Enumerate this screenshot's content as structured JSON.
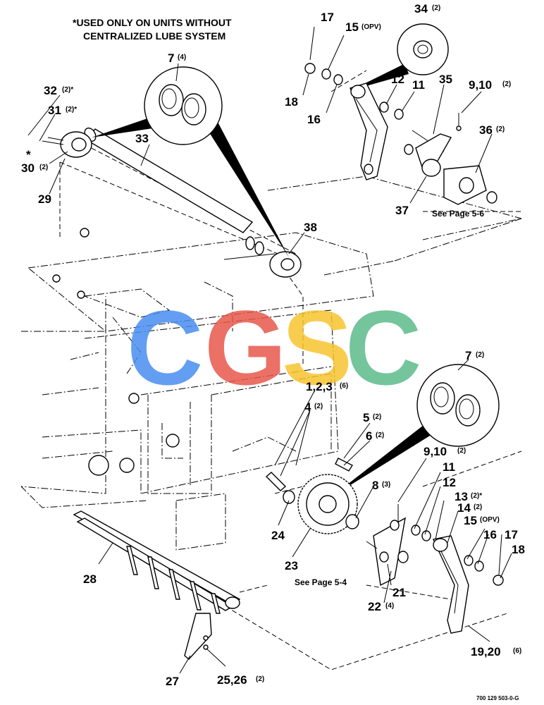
{
  "note": {
    "line1": "*USED ONLY ON UNITS WITHOUT",
    "line2": "CENTRALIZED LUBE SYSTEM"
  },
  "drawing_code": "700 129 503-0-G",
  "watermark": {
    "letters": [
      "C",
      "G",
      "S",
      "C"
    ],
    "colors": [
      "#4a8ef0",
      "#e8584c",
      "#f7c530",
      "#5cbb8a"
    ]
  },
  "references": {
    "top": "See Page 5-6",
    "bottom": "See Page 5-4"
  },
  "callouts": {
    "c34": {
      "num": "34",
      "qty": "(2)"
    },
    "c17a": {
      "num": "17",
      "qty": ""
    },
    "c15a": {
      "num": "15",
      "qty": "(OPV)"
    },
    "c18a": {
      "num": "18",
      "qty": ""
    },
    "c16a": {
      "num": "16",
      "qty": ""
    },
    "c12a": {
      "num": "12",
      "qty": ""
    },
    "c11a": {
      "num": "11",
      "qty": ""
    },
    "c35": {
      "num": "35",
      "qty": ""
    },
    "c910a": {
      "num": "9,10",
      "qty": "(2)"
    },
    "c36": {
      "num": "36",
      "qty": "(2)"
    },
    "c37": {
      "num": "37",
      "qty": ""
    },
    "c7a": {
      "num": "7",
      "qty": "(4)"
    },
    "c32": {
      "num": "32",
      "qty": "(2)*"
    },
    "c31": {
      "num": "31",
      "qty": "(2)*"
    },
    "c30": {
      "num": "30",
      "qty": "(2)",
      "star": "*"
    },
    "c29": {
      "num": "29",
      "qty": ""
    },
    "c33": {
      "num": "33",
      "qty": ""
    },
    "c38": {
      "num": "38",
      "qty": ""
    },
    "c7b": {
      "num": "7",
      "qty": "(2)"
    },
    "c123": {
      "num": "1,2,3",
      "qty": "(6)"
    },
    "c4": {
      "num": "4",
      "qty": "(2)"
    },
    "c5": {
      "num": "5",
      "qty": "(2)"
    },
    "c6": {
      "num": "6",
      "qty": "(2)"
    },
    "c910b": {
      "num": "9,10",
      "qty": "(2)"
    },
    "c8": {
      "num": "8",
      "qty": "(3)"
    },
    "c11b": {
      "num": "11",
      "qty": ""
    },
    "c12b": {
      "num": "12",
      "qty": ""
    },
    "c13": {
      "num": "13",
      "qty": "(2)*"
    },
    "c14": {
      "num": "14",
      "qty": "(2)"
    },
    "c15b": {
      "num": "15",
      "qty": "(OPV)"
    },
    "c16b": {
      "num": "16",
      "qty": ""
    },
    "c17b": {
      "num": "17",
      "qty": ""
    },
    "c18b": {
      "num": "18",
      "qty": ""
    },
    "c24": {
      "num": "24",
      "qty": ""
    },
    "c23": {
      "num": "23",
      "qty": ""
    },
    "c21": {
      "num": "21",
      "qty": ""
    },
    "c22": {
      "num": "22",
      "qty": "(4)"
    },
    "c28": {
      "num": "28",
      "qty": ""
    },
    "c1920": {
      "num": "19,20",
      "qty": "(6)"
    },
    "c27": {
      "num": "27",
      "qty": ""
    },
    "c2526": {
      "num": "25,26",
      "qty": "(2)"
    }
  }
}
